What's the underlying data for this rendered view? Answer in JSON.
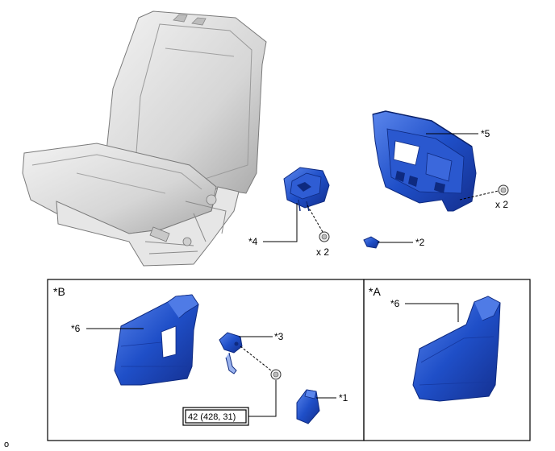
{
  "callouts": {
    "c1": "*1",
    "c2": "*2",
    "c3": "*3",
    "c4": "*4",
    "c5": "*5",
    "c6_b": "*6",
    "c6_a": "*6"
  },
  "quantities": {
    "q4": "x 2",
    "q5": "x 2"
  },
  "sections": {
    "b": "*B",
    "a": "*A"
  },
  "torque": "42 (428, 31)",
  "corner_mark": "o",
  "colors": {
    "part_blue": "#1f4fc8",
    "part_blue_dark": "#12308a",
    "part_blue_light": "#4f7be6",
    "seat_gray": "#d9d9d9",
    "seat_gray_dark": "#a8a8a8"
  }
}
